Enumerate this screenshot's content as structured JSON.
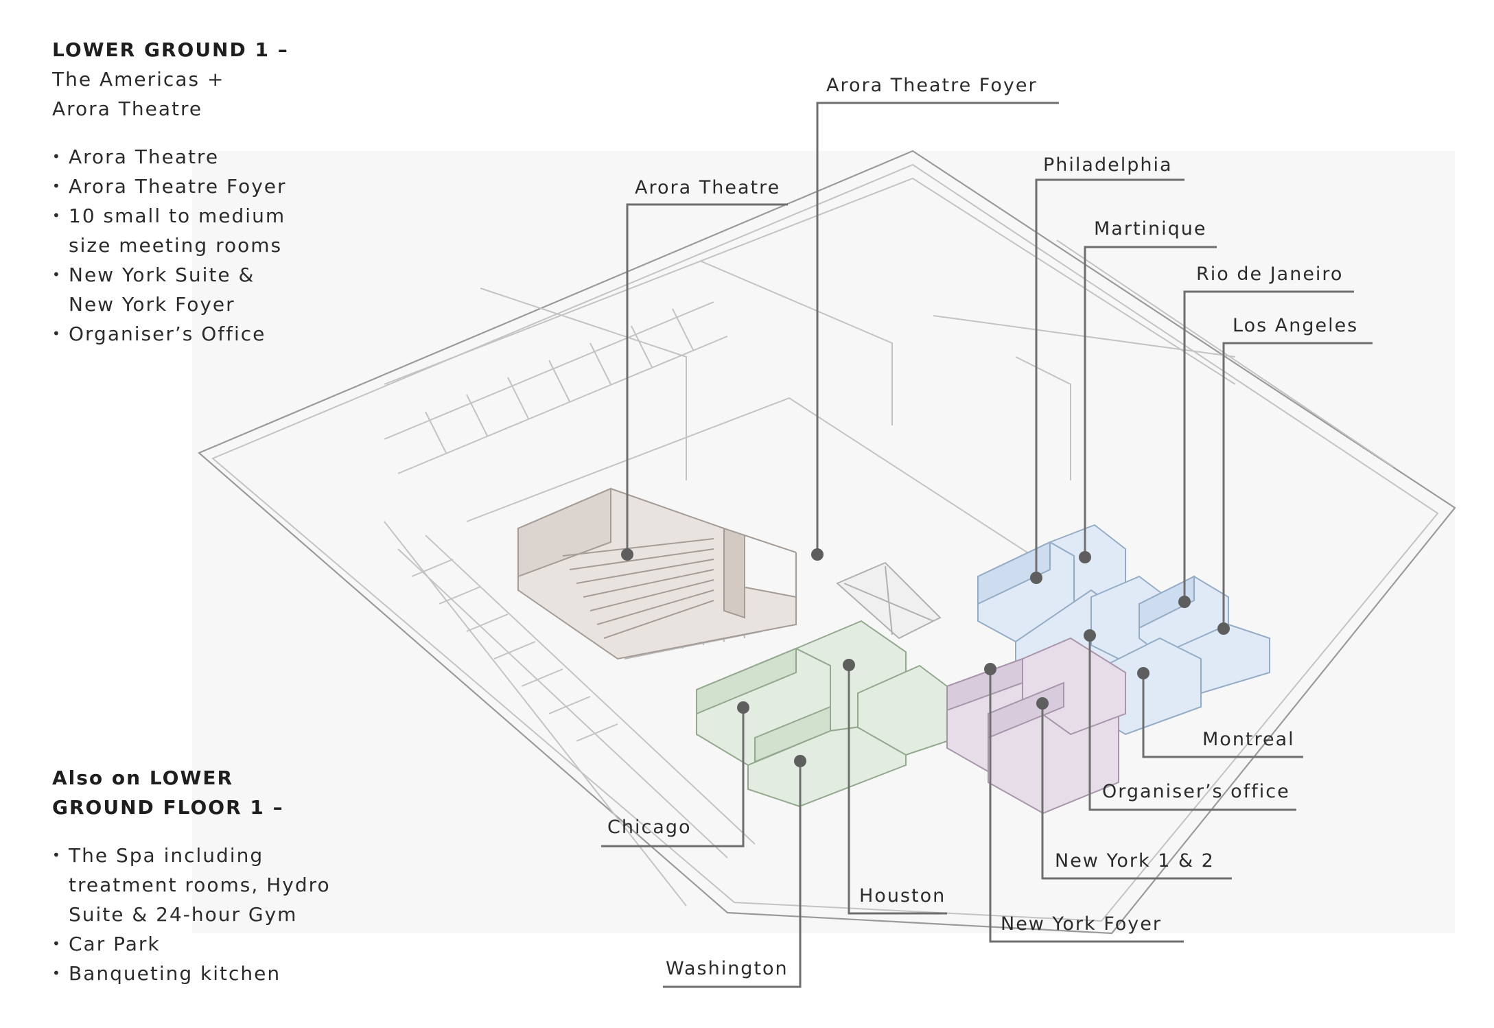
{
  "header": {
    "title": "LOWER GROUND 1 –",
    "subtitle_line1": "The Americas +",
    "subtitle_line2": "Arora Theatre"
  },
  "features": [
    "Arora Theatre",
    "Arora Theatre Foyer",
    "10 small to medium",
    "size meeting rooms",
    "New York Suite &",
    "New York Foyer",
    "Organiser’s Office"
  ],
  "also": {
    "heading_line1": "Also on LOWER",
    "heading_line2": "GROUND FLOOR 1 –",
    "items": [
      "The Spa including",
      "treatment rooms, Hydro",
      "Suite & 24-hour Gym",
      "Car Park",
      "Banqueting kitchen"
    ]
  },
  "callouts": {
    "arora_theatre_foyer": "Arora Theatre Foyer",
    "arora_theatre": "Arora Theatre",
    "philadelphia": "Philadelphia",
    "martinique": "Martinique",
    "rio_de_janeiro": "Rio de Janeiro",
    "los_angeles": "Los Angeles",
    "montreal": "Montreal",
    "organisers_office": "Organiser’s office",
    "new_york_1_2": "New York 1 & 2",
    "new_york_foyer": "New York Foyer",
    "houston": "Houston",
    "washington": "Washington",
    "chicago": "Chicago"
  },
  "colors": {
    "theatre": "#e6e0dc",
    "green_rooms": "#dfe9dc",
    "blue_rooms": "#dce8f5",
    "purple_rooms": "#e4dbe6",
    "leader": "#6e6e6e",
    "plan_lines": "#c3c3c3"
  }
}
